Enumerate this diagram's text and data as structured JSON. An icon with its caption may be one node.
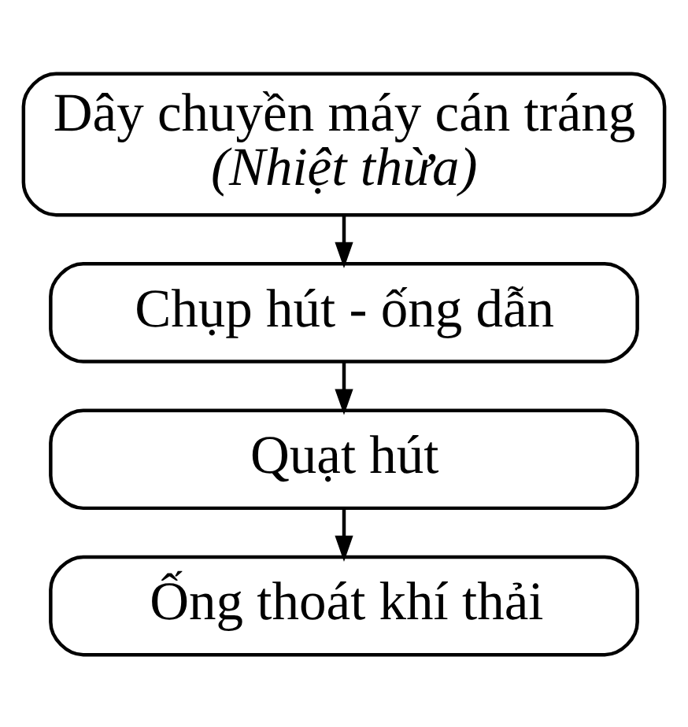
{
  "diagram": {
    "nodes": [
      {
        "text": [
          "Dây chuyền máy cán tráng",
          "(Nhiệt thừa)"
        ]
      },
      {
        "text": [
          "Chụp hút - ống dẫn"
        ]
      },
      {
        "text": [
          "Quạt hút"
        ]
      },
      {
        "text": [
          "Ống thoát khí thải"
        ]
      }
    ],
    "edges": [
      {
        "from": 0,
        "to": 1,
        "arrow": "to"
      },
      {
        "from": 1,
        "to": 2,
        "arrow": "to"
      },
      {
        "from": 2,
        "to": 3,
        "arrow": "to"
      }
    ]
  }
}
